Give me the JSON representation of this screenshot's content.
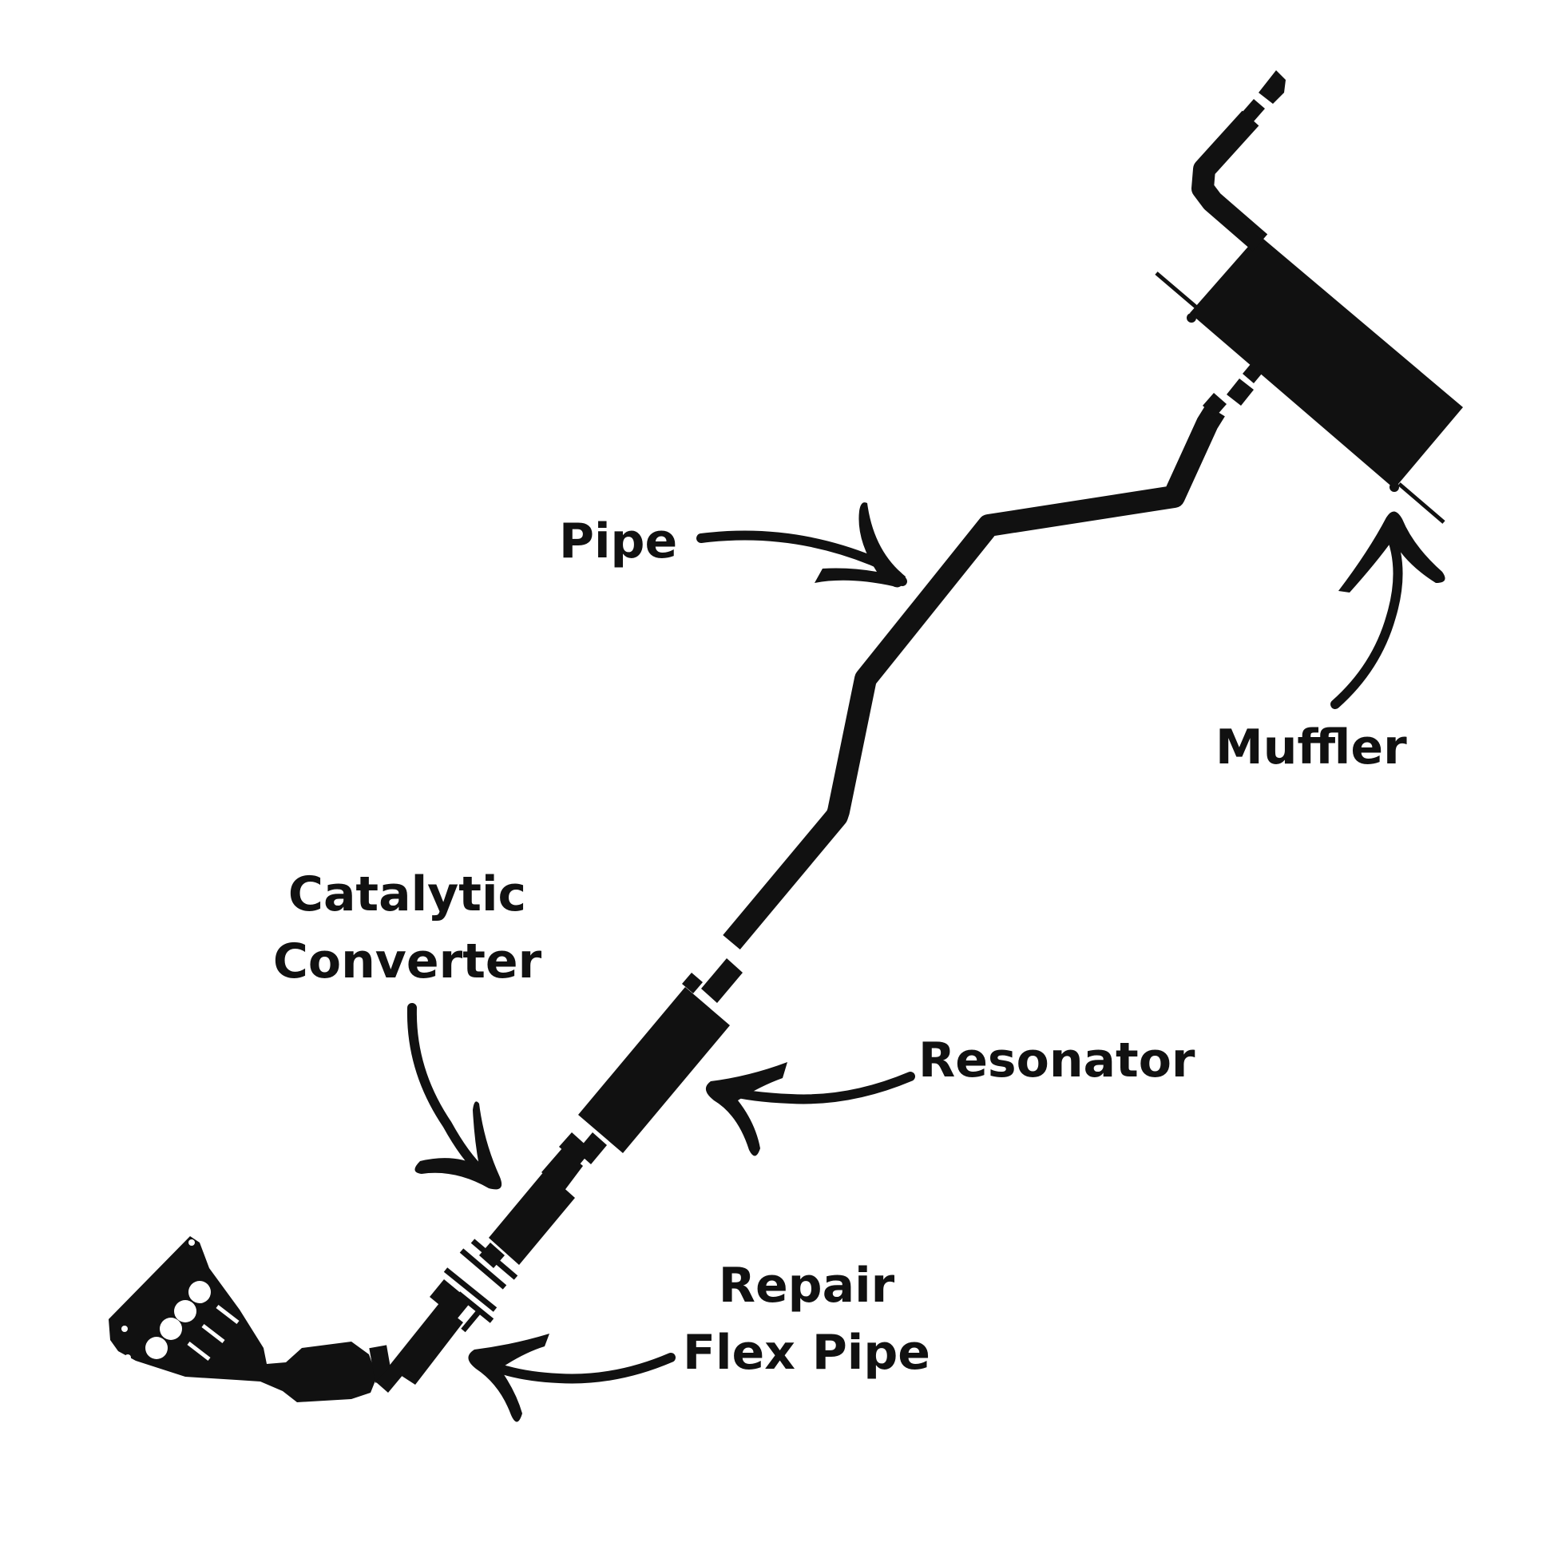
{
  "colors": {
    "ink": "#111111",
    "background": "#ffffff"
  },
  "labels": {
    "pipe": "Pipe",
    "muffler": "Muffler",
    "catalytic_line1": "Catalytic",
    "catalytic_line2": "Converter",
    "resonator": "Resonator",
    "flex_line1": "Repair",
    "flex_line2": "Flex Pipe"
  }
}
